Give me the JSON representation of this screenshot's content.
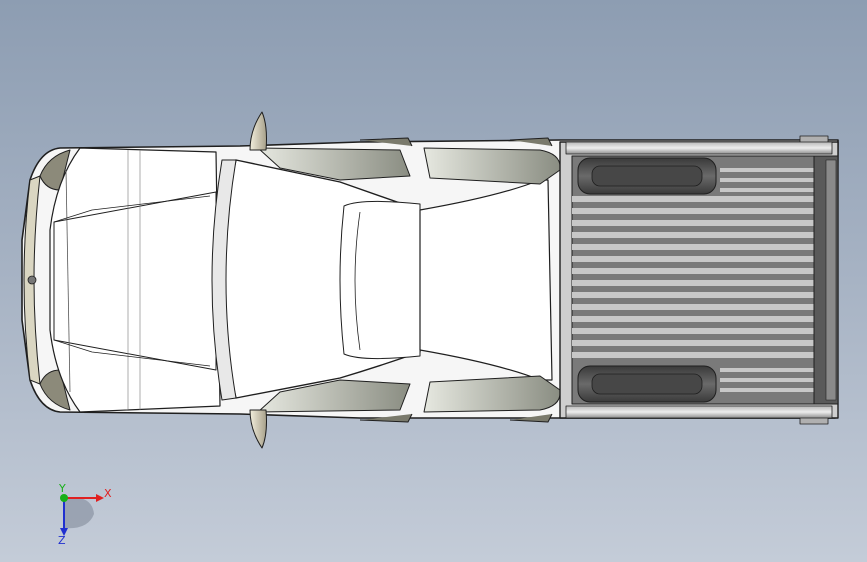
{
  "viewport": {
    "title": "",
    "colors": {
      "background_top": "#8d9db2",
      "background_bottom": "#c4ccd8",
      "body_white": "#ffffff",
      "outline": "#1f1f1f",
      "glass": "#c9cdc4",
      "glass_dark": "#6b6f63",
      "bed_dark": "#4a4a4a",
      "bed_mid": "#7d7d7d",
      "bed_light": "#c7c7c7",
      "mirror": "#d8d4c4"
    }
  },
  "model": {
    "name": "",
    "view": "top"
  },
  "triad": {
    "x_label": "X",
    "y_label": "Y",
    "z_label": "Z",
    "x_color": "#e02020",
    "y_color": "#18b018",
    "z_color": "#2030d0",
    "icon": "coordinate-triad-icon"
  }
}
